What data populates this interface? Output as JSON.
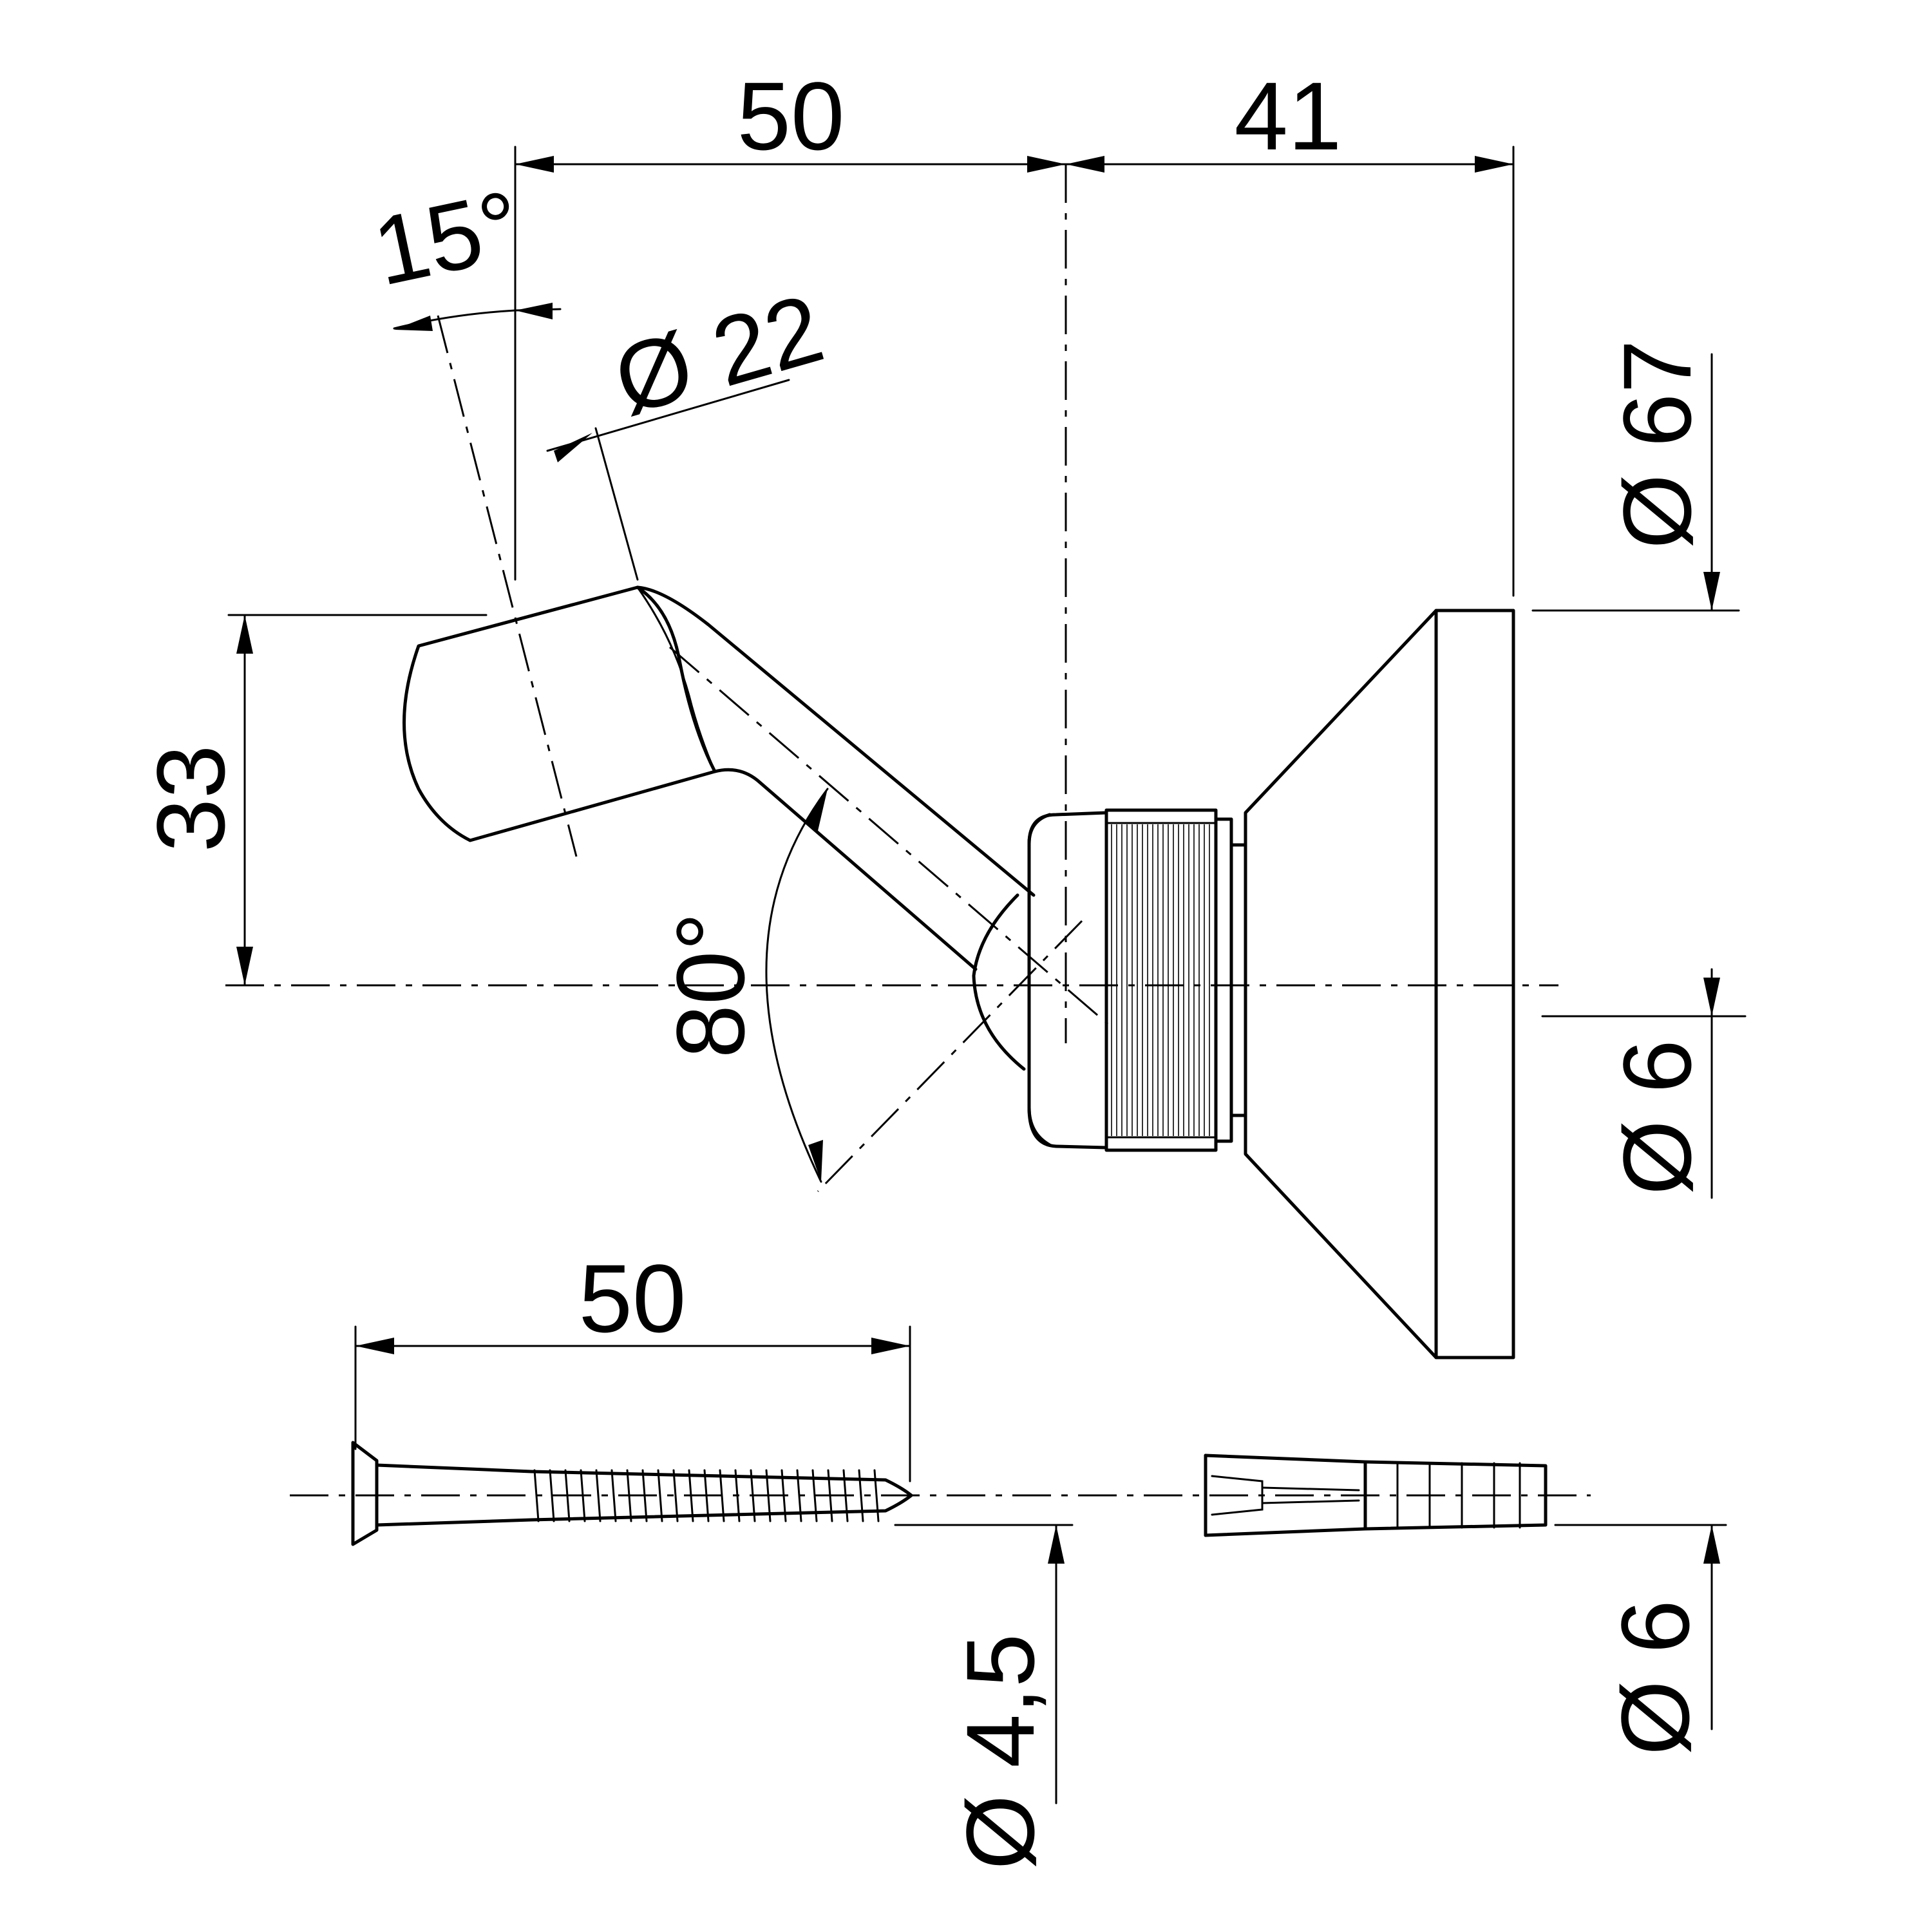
{
  "dimensions": {
    "top_left_width": "50",
    "top_right_width": "41",
    "tilt_angle": "15°",
    "holder_diameter": "Ø 22",
    "flange_diameter": "Ø 67",
    "height": "33",
    "swivel_angle": "80°",
    "pin_diameter": "Ø 6",
    "screw_length": "50",
    "screw_diameter": "Ø 4,5",
    "plug_diameter": "Ø 6"
  }
}
